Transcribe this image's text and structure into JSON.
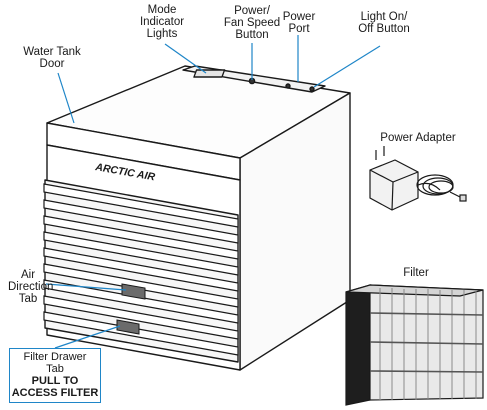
{
  "labels": {
    "water_tank_door": [
      "Water Tank",
      "Door"
    ],
    "mode_indicator": [
      "Mode",
      "Indicator",
      "Lights"
    ],
    "power_fan": [
      "Power/",
      "Fan Speed",
      "Button"
    ],
    "power_port": [
      "Power",
      "Port"
    ],
    "light_button": [
      "Light On/",
      "Off Button"
    ],
    "power_adapter": "Power Adapter",
    "filter": "Filter",
    "air_direction": [
      "Air",
      "Direction",
      "Tab"
    ],
    "filter_drawer": [
      "Filter Drawer",
      "Tab"
    ],
    "filter_drawer_note": [
      "PULL TO",
      "ACCESS FILTER"
    ]
  },
  "brand": "ARCTIC AIR",
  "colors": {
    "callout_line": "#1f86c8",
    "outline": "#1a1a1a",
    "tab": "#6b6b6b"
  }
}
